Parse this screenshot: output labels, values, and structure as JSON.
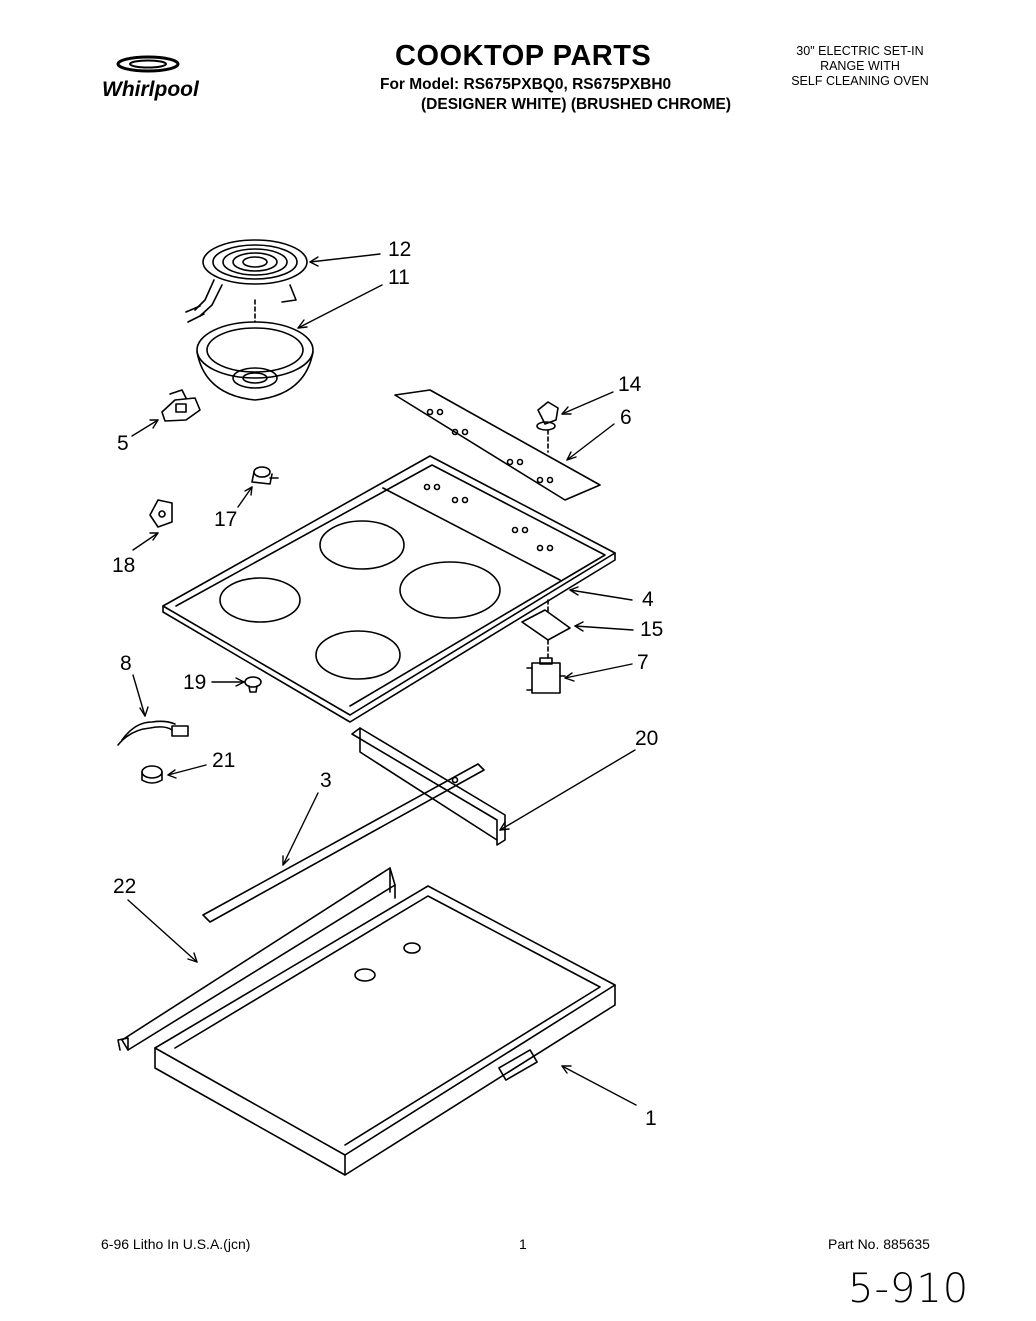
{
  "header": {
    "brand": "Whirlpool",
    "title": "COOKTOP PARTS",
    "model_line": "For Model: RS675PXBQ0, RS675PXBH0",
    "finish_line": "(DESIGNER WHITE) (BRUSHED CHROME)",
    "description": [
      "30\" ELECTRIC SET-IN",
      "RANGE WITH",
      "SELF CLEANING OVEN"
    ]
  },
  "callouts": [
    "12",
    "11",
    "14",
    "6",
    "5",
    "17",
    "18",
    "4",
    "15",
    "8",
    "19",
    "7",
    "20",
    "21",
    "3",
    "22",
    "1"
  ],
  "footer": {
    "left": "6-96 Litho In U.S.A.(jcn)",
    "page": "1",
    "part_no": "Part No. 885635",
    "handwritten": "5-910"
  }
}
